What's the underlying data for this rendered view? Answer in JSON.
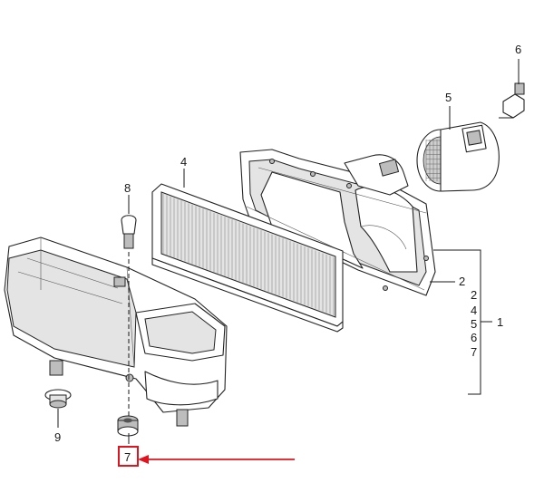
{
  "callouts": {
    "c1": "1",
    "c2": "2",
    "c4": "4",
    "c5": "5",
    "c6": "6",
    "c7": "7",
    "c8": "8",
    "c9": "9",
    "group_list": [
      "2",
      "4",
      "5",
      "6",
      "7"
    ]
  },
  "highlight": {
    "color": "#e0141e"
  }
}
